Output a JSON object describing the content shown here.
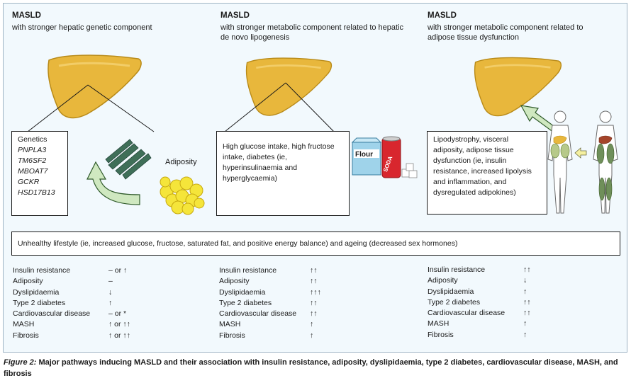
{
  "columns": [
    {
      "title": "MASLD",
      "subtitle": "with stronger hepatic genetic component",
      "box_heading": "Genetics",
      "genes": [
        "PNPLA3",
        "TM6SF2",
        "MBOAT7",
        "GCKR",
        "HSD17B13"
      ],
      "side_label": "Adiposity",
      "associations": [
        {
          "label": "Insulin resistance",
          "value": "– or ↑"
        },
        {
          "label": "Adiposity",
          "value": "–"
        },
        {
          "label": "Dyslipidaemia",
          "value": "↓"
        },
        {
          "label": "Type 2 diabetes",
          "value": "↑"
        },
        {
          "label": "Cardiovascular disease",
          "value": "– or *"
        },
        {
          "label": "MASH",
          "value": "↑ or ↑↑"
        },
        {
          "label": "Fibrosis",
          "value": "↑ or ↑↑"
        }
      ]
    },
    {
      "title": "MASLD",
      "subtitle": "with stronger metabolic component related to hepatic de novo lipogenesis",
      "box_text": "High glucose intake, high fructose intake, diabetes (ie, hyperinsulinaemia and hyperglycaemia)",
      "flour_label": "Flour",
      "soda_label": "SODA",
      "associations": [
        {
          "label": "Insulin resistance",
          "value": "↑↑"
        },
        {
          "label": "Adiposity",
          "value": "↑↑"
        },
        {
          "label": "Dyslipidaemia",
          "value": "↑↑↑"
        },
        {
          "label": "Type 2 diabetes",
          "value": "↑↑"
        },
        {
          "label": "Cardiovascular disease",
          "value": "↑↑"
        },
        {
          "label": "MASH",
          "value": "↑"
        },
        {
          "label": "Fibrosis",
          "value": "↑"
        }
      ]
    },
    {
      "title": "MASLD",
      "subtitle": "with stronger metabolic component related to adipose tissue dysfunction",
      "box_text": "Lipodystrophy, visceral adiposity, adipose tissue dysfunction (ie, insulin resistance, increased lipolysis and inflammation, and dysregulated adipokines)",
      "associations": [
        {
          "label": "Insulin resistance",
          "value": "↑↑"
        },
        {
          "label": "Adiposity",
          "value": "↓"
        },
        {
          "label": "Dyslipidaemia",
          "value": "↑"
        },
        {
          "label": "Type 2 diabetes",
          "value": "↑↑"
        },
        {
          "label": "Cardiovascular disease",
          "value": "↑↑"
        },
        {
          "label": "MASH",
          "value": "↑"
        },
        {
          "label": "Fibrosis",
          "value": "↑"
        }
      ]
    }
  ],
  "lifestyle": "Unhealthy lifestyle (ie, increased glucose, fructose, saturated fat, and positive energy balance) and ageing (decreased sex hormones)",
  "caption": {
    "figure_label": "Figure 2:",
    "text": " Major pathways inducing MASLD and their association with insulin resistance, adiposity, dyslipidaemia, type 2 diabetes, cardiovascular disease, MASH, and fibrosis"
  },
  "colors": {
    "liver": "#e8b73c",
    "liver_dark": "#b88a18",
    "arrow_green": "#cfe8c0",
    "arrow_stroke": "#2f5a2a",
    "coil": "#3f6f58",
    "fat": "#f5e53a",
    "background": "#f2f9fd"
  }
}
